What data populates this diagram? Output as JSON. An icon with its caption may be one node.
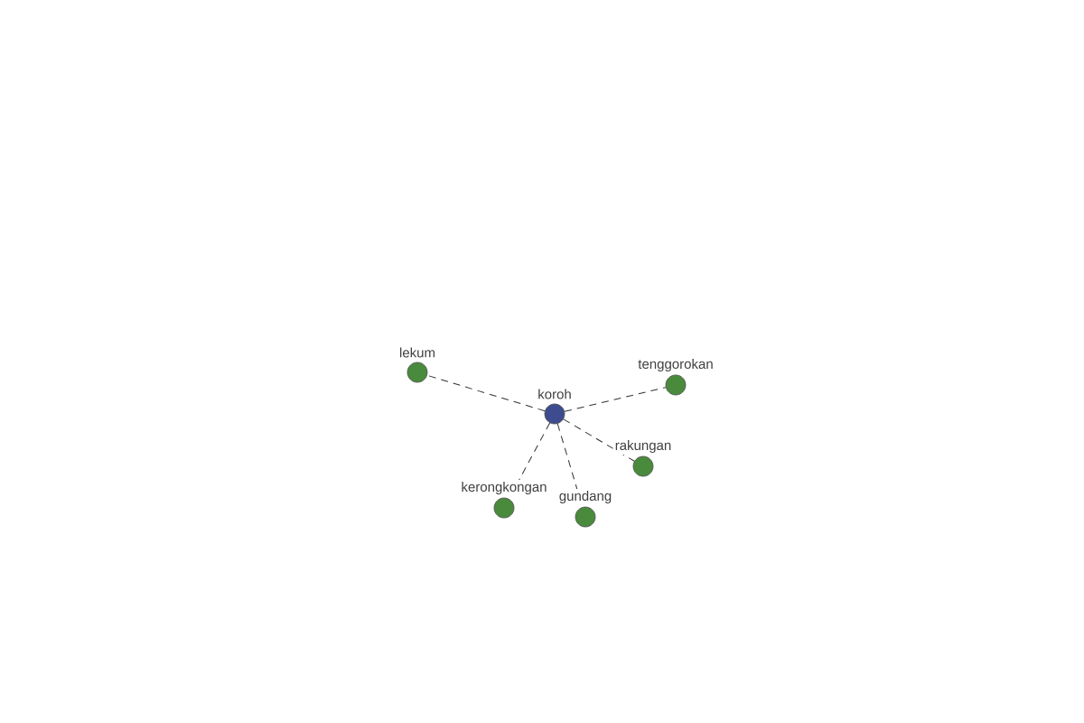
{
  "diagram": {
    "nodes": [
      {
        "text": [
          "koroh"
        ]
      },
      {
        "text": [
          "lekum"
        ]
      },
      {
        "text": [
          "tenggorokan"
        ]
      },
      {
        "text": [
          "rakungan"
        ]
      },
      {
        "text": [
          "kerongkongan"
        ]
      },
      {
        "text": [
          "gundang"
        ]
      }
    ],
    "edges": [
      {
        "from": 0,
        "to": 1,
        "arrow": "none",
        "style": "dashed"
      },
      {
        "from": 0,
        "to": 2,
        "arrow": "none",
        "style": "dashed"
      },
      {
        "from": 0,
        "to": 3,
        "arrow": "none",
        "style": "dashed"
      },
      {
        "from": 0,
        "to": 4,
        "arrow": "none",
        "style": "dashed"
      },
      {
        "from": 0,
        "to": 5,
        "arrow": "none",
        "style": "dashed"
      }
    ]
  }
}
